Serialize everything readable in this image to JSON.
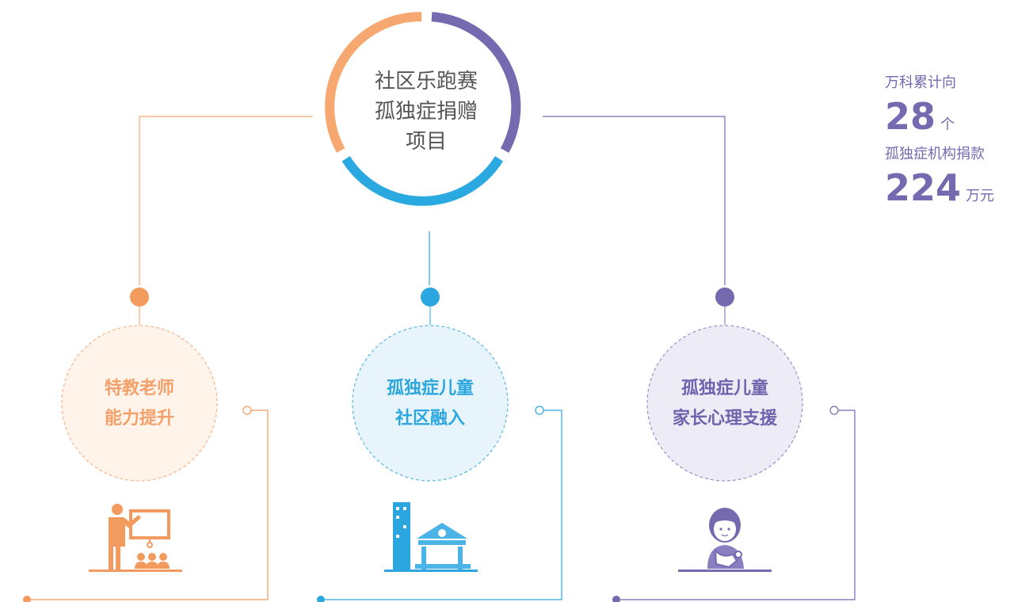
{
  "colors": {
    "orange": "#f4a269",
    "blue": "#29a9e0",
    "purple": "#7569b0"
  },
  "center": {
    "lines": [
      "社区乐跑赛",
      "孤独症捐赠",
      "项目"
    ]
  },
  "branches": [
    {
      "lines": [
        "特教老师",
        "能力提升"
      ],
      "icon": "teacher-presentation-icon",
      "color": "#f39a5e",
      "fill": "#fff3ea"
    },
    {
      "lines": [
        "孤独症儿童",
        "社区融入"
      ],
      "icon": "community-building-icon",
      "color": "#2ba6de",
      "fill": "#e8f4fb"
    },
    {
      "lines": [
        "孤独症儿童",
        "家长心理支援"
      ],
      "icon": "parent-support-icon",
      "color": "#7569b0",
      "fill": "#ecebf6"
    }
  ],
  "stats": {
    "label1": "万科累计向",
    "value1": "28",
    "unit1": "个",
    "label2": "孤独症机构捐款",
    "value2": "224",
    "unit2": "万元"
  }
}
